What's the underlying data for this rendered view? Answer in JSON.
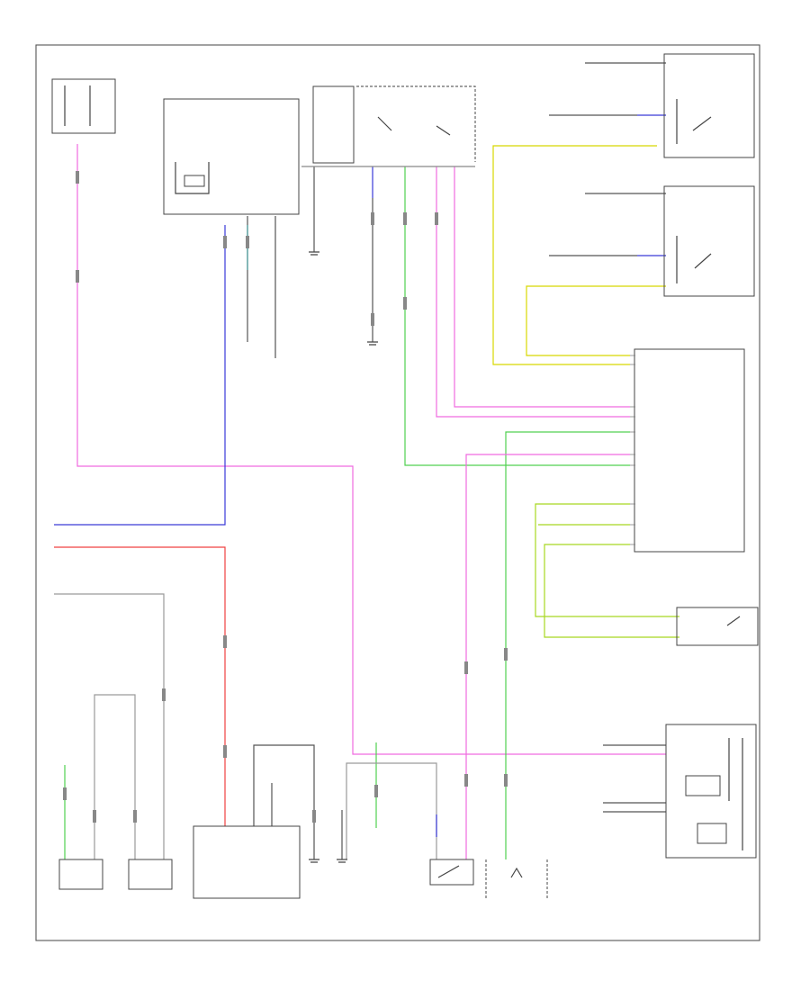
{
  "colors": {
    "pink": "#f06be0",
    "red": "#f04040",
    "blue": "#3a3ad8",
    "yellow": "#d8d800",
    "green": "#50d050",
    "gray": "#9a9a9a",
    "dark": "#333333"
  },
  "components": [
    {
      "id": "hot-run-relay",
      "label": ""
    },
    {
      "id": "transfer-case-control-module",
      "label": ""
    },
    {
      "id": "rear-diff-lock-actuator",
      "label": ""
    },
    {
      "id": "left-rear-motor",
      "label": ""
    },
    {
      "id": "right-rear-motor",
      "label": ""
    },
    {
      "id": "afs-module",
      "label": ""
    },
    {
      "id": "rear-switch",
      "label": ""
    },
    {
      "id": "instrument-cluster",
      "label": ""
    },
    {
      "id": "fuse-block",
      "label": ""
    },
    {
      "id": "ground-module",
      "label": ""
    },
    {
      "id": "chassis-control-module",
      "label": ""
    },
    {
      "id": "transmission-range-switch",
      "label": ""
    },
    {
      "id": "transmission-shift-lock",
      "label": ""
    }
  ]
}
